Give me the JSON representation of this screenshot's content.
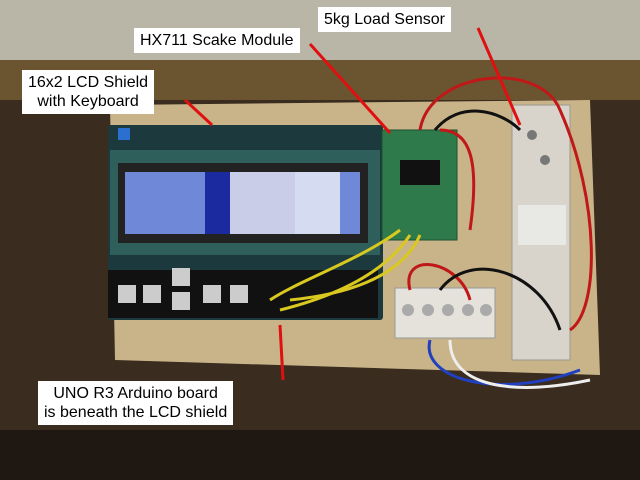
{
  "annotations": {
    "load_sensor": "5kg Load Sensor",
    "hx711": "HX711 Scake Module",
    "lcd_line1": "16x2 LCD Shield",
    "lcd_line2": "with Keyboard",
    "uno_line1": "UNO R3 Arduino board",
    "uno_line2": "is beneath the LCD shield"
  },
  "colors": {
    "arrow": "#e01010",
    "label_bg": "#ffffff",
    "pcb_shield": "#1c3a3e",
    "hx711_pcb": "#2f7a4a",
    "board_wood": "#c9b48a"
  }
}
